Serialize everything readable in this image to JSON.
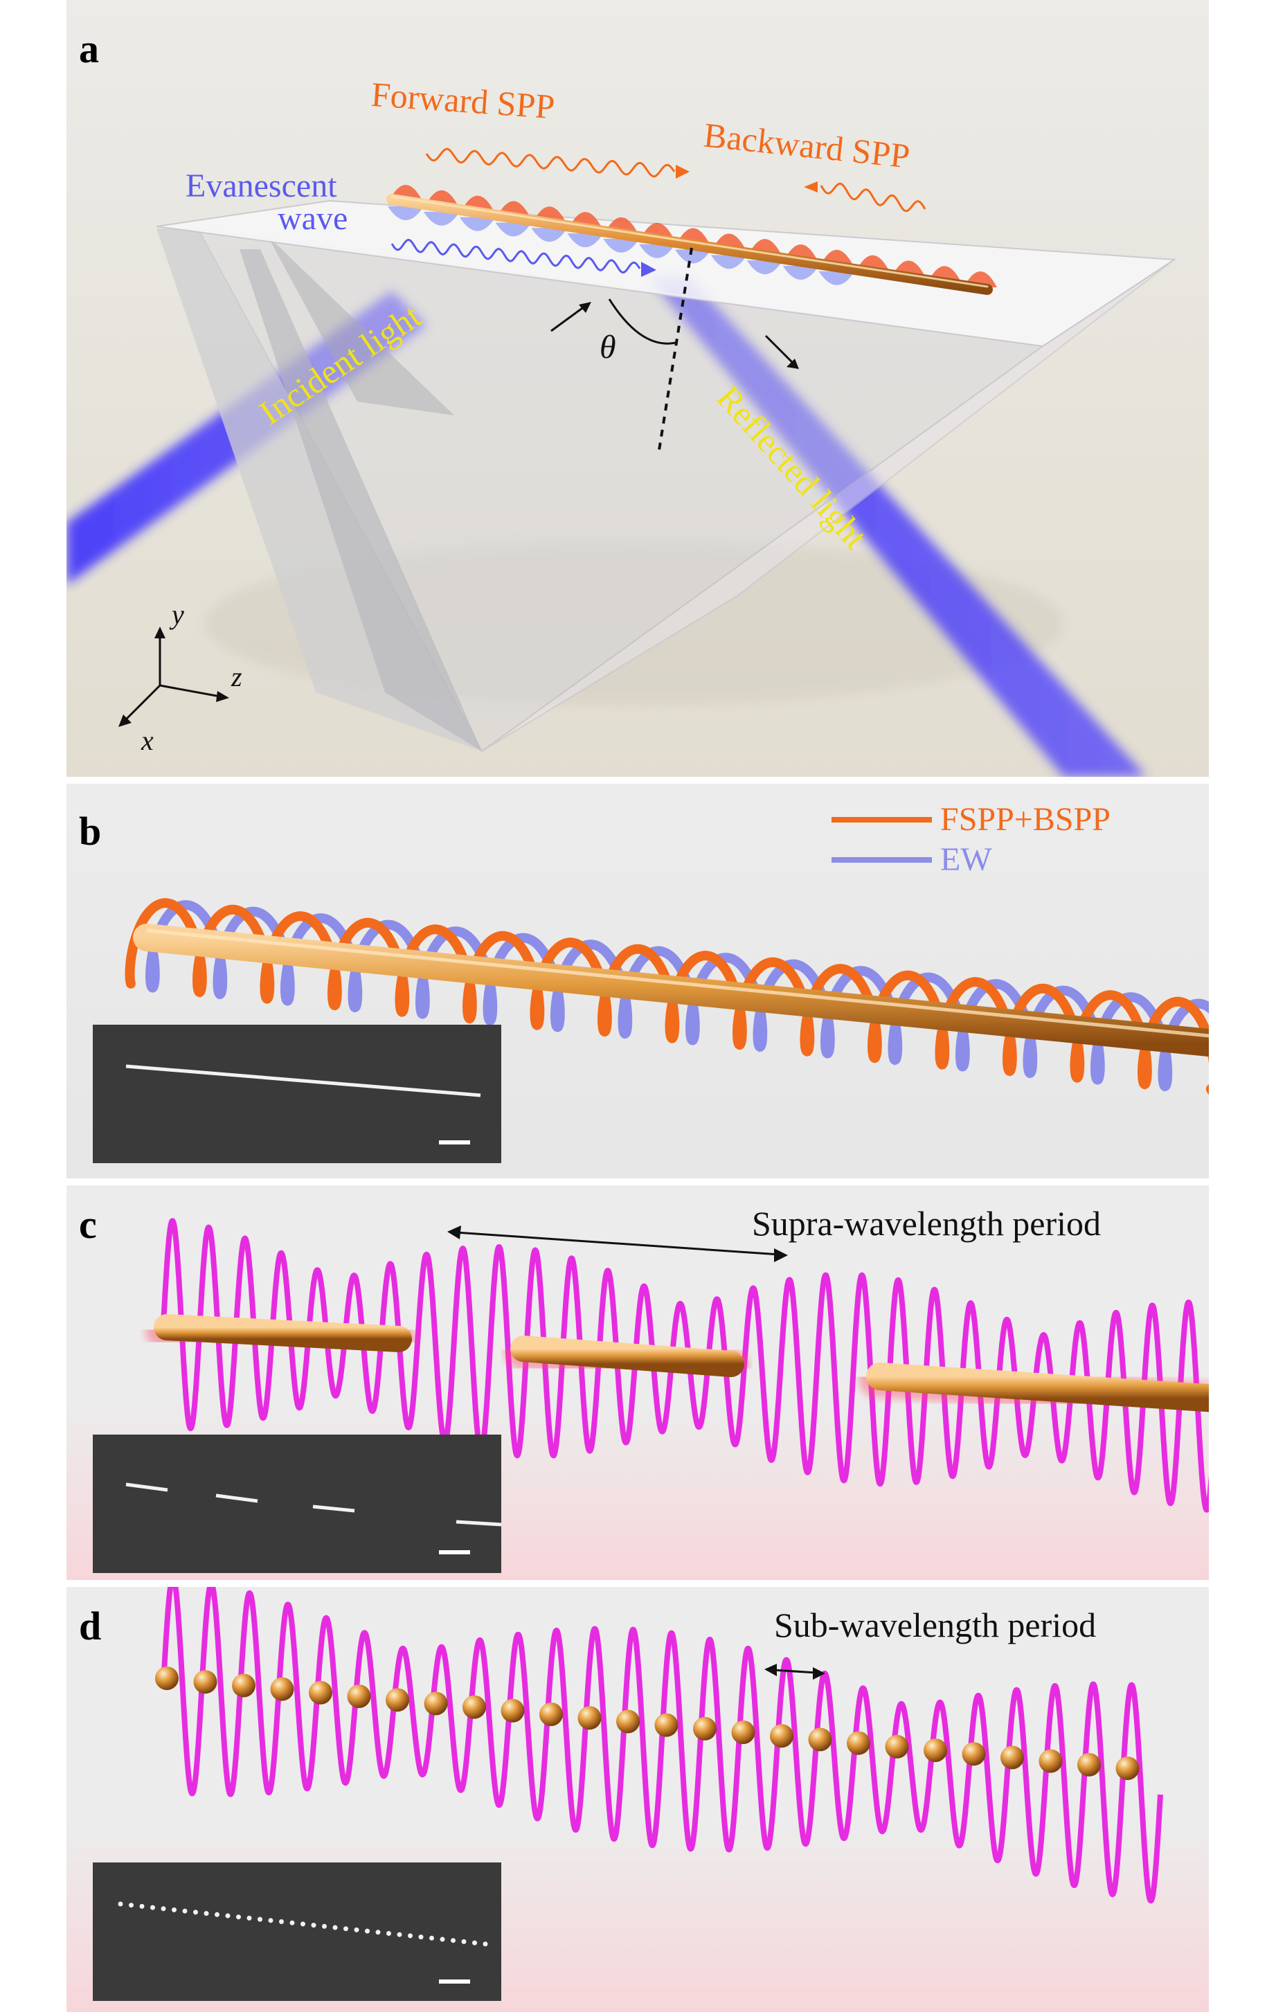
{
  "figure": {
    "panels": [
      {
        "label": "a",
        "texts": {
          "forward_spp": "Forward SPP",
          "backward_spp": "Backward SPP",
          "evanescent_line1": "Evanescent",
          "evanescent_line2": "wave",
          "incident_light": "Incident light",
          "reflected_light": "Reflected light",
          "theta": "θ",
          "axis_x": "x",
          "axis_y": "y",
          "axis_z": "z"
        }
      },
      {
        "label": "b",
        "legend": [
          {
            "label": "FSPP+BSPP",
            "color": "#f26a1b"
          },
          {
            "label": "EW",
            "color": "#8b8de8"
          }
        ]
      },
      {
        "label": "c",
        "annotation": "Supra-wavelength period"
      },
      {
        "label": "d",
        "annotation": "Sub-wavelength period"
      }
    ],
    "colors": {
      "spp_orange": "#f26a1b",
      "ew_blue": "#5a5aef",
      "beam_blue": "#3b2cff",
      "label_yellow": "#f0e21a",
      "wave_magenta": "#e62ce0",
      "gold": "#e29a3e"
    }
  }
}
